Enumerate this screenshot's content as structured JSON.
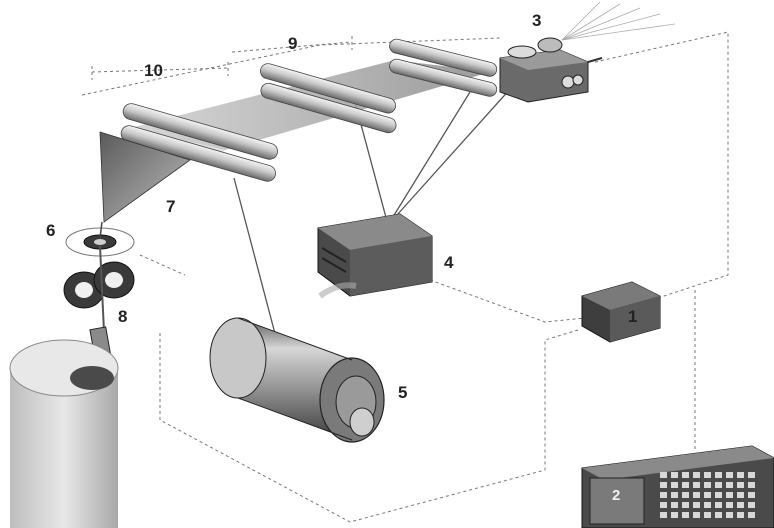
{
  "labels": {
    "controller_unit": "1",
    "control_panel": "2",
    "sensor_head": "3",
    "light_source": "4",
    "supply_roll": "5",
    "guide_ring": "6",
    "funnel": "7",
    "drive_rollers": "8",
    "zone_9": "9",
    "zone_10": "10"
  }
}
